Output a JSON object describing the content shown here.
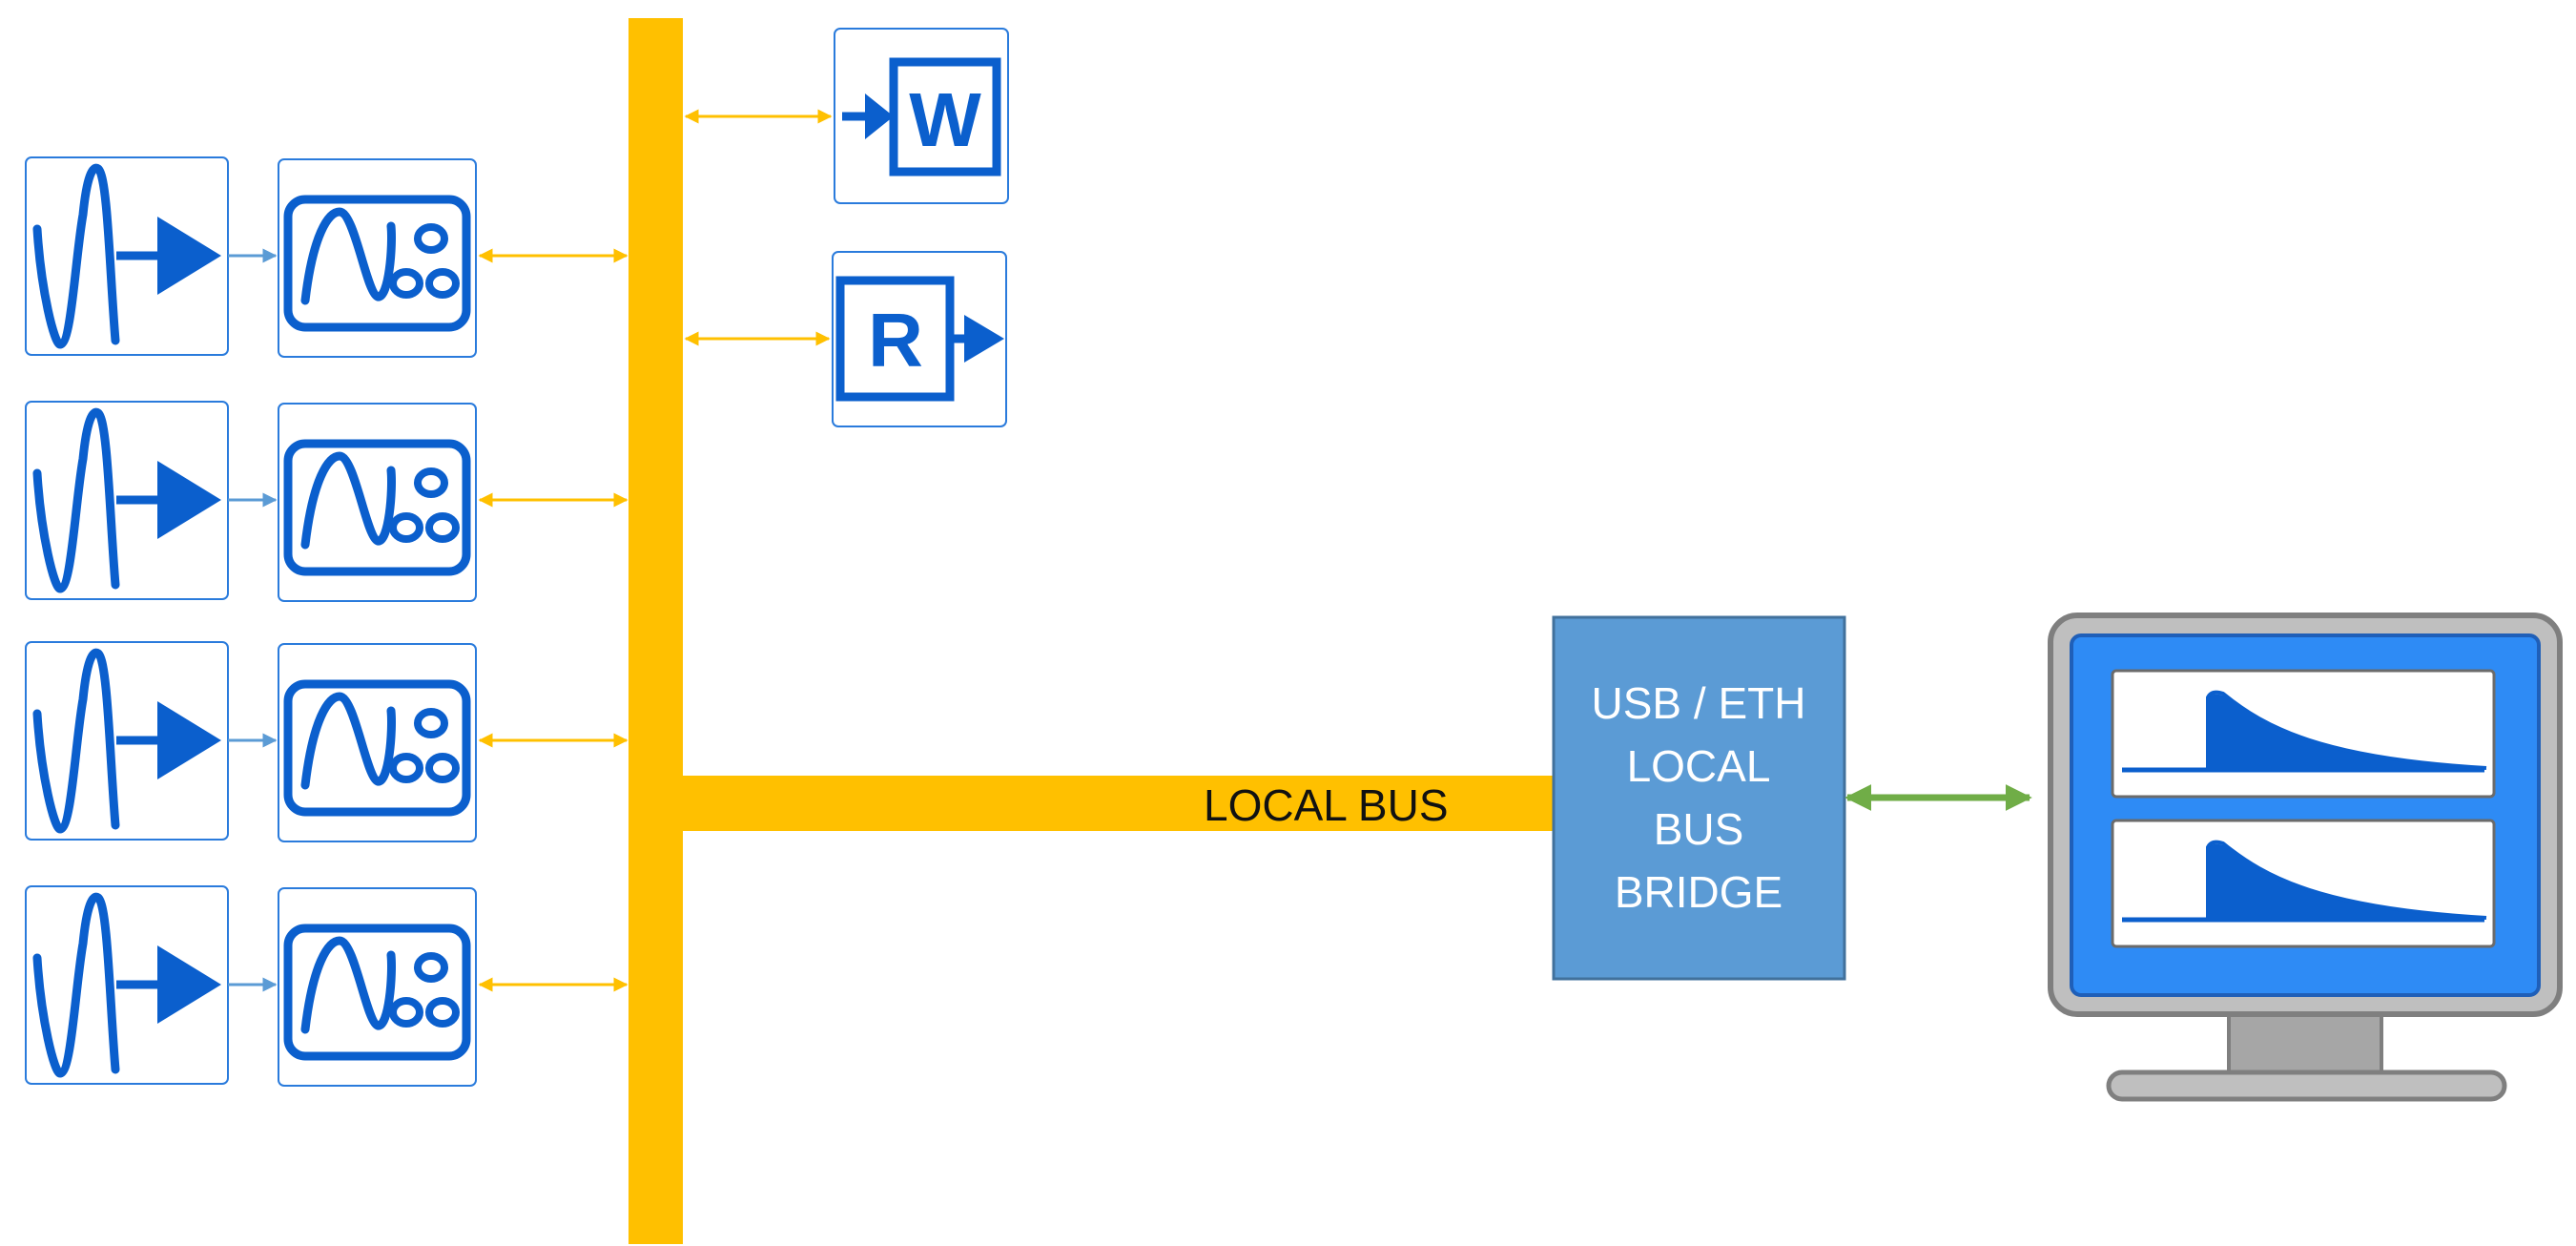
{
  "bus": {
    "label": "LOCAL BUS",
    "color": "#FFC000"
  },
  "bridge": {
    "lines": [
      "USB / ETH",
      "LOCAL",
      "BUS",
      "BRIDGE"
    ],
    "fill": "#5B9BD5",
    "border": "#41719C"
  },
  "channels": [
    {
      "source_icon": "sine-source-icon",
      "digitizer_icon": "digitizer-icon"
    },
    {
      "source_icon": "sine-source-icon",
      "digitizer_icon": "digitizer-icon"
    },
    {
      "source_icon": "sine-source-icon",
      "digitizer_icon": "digitizer-icon"
    },
    {
      "source_icon": "sine-source-icon",
      "digitizer_icon": "digitizer-icon"
    }
  ],
  "modules": {
    "write": {
      "letter": "W",
      "icon": "write-module-icon"
    },
    "read": {
      "letter": "R",
      "icon": "read-module-icon"
    }
  },
  "monitor": {
    "icon": "monitor-icon",
    "plots": [
      "pulse-plot-icon",
      "pulse-plot-icon"
    ]
  },
  "colors": {
    "icon_blue": "#0B5FCD",
    "icon_border": "#2A7BDC",
    "link_blue": "#5B9BD5",
    "link_green": "#70AD47",
    "screen_blue": "#2E8BF5",
    "frame_gray": "#A6A6A6",
    "frame_dark": "#7F7F7F"
  }
}
